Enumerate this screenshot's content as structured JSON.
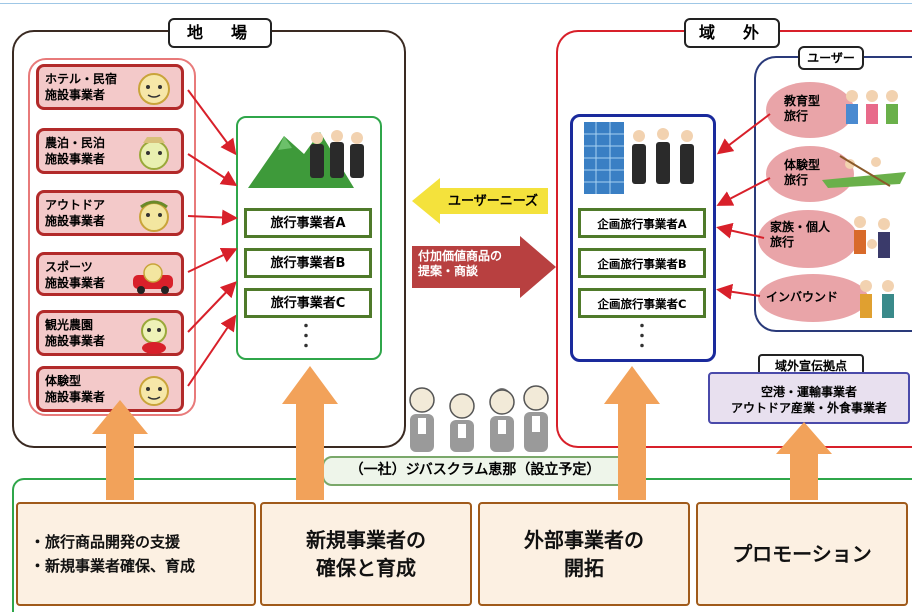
{
  "title_local": "地　場",
  "title_outside": "域　外",
  "local_operators": [
    {
      "line1": "ホテル・民宿",
      "line2": "施設事業者"
    },
    {
      "line1": "農泊・民泊",
      "line2": "施設事業者"
    },
    {
      "line1": "アウトドア",
      "line2": "施設事業者"
    },
    {
      "line1": "スポーツ",
      "line2": "施設事業者"
    },
    {
      "line1": "観光農園",
      "line2": "施設事業者"
    },
    {
      "line1": "体験型",
      "line2": "施設事業者"
    }
  ],
  "travel_agents": [
    "旅行事業者A",
    "旅行事業者B",
    "旅行事業者C"
  ],
  "planning_agents": [
    "企画旅行事業者A",
    "企画旅行事業者B",
    "企画旅行事業者C"
  ],
  "dots": "・\n・\n・",
  "arrow_user_needs": "ユーザーニーズ",
  "arrow_proposal": {
    "line1": "付加価値商品の",
    "line2": "提案・商談"
  },
  "users_title": "ユーザー",
  "user_types": [
    {
      "line1": "教育型",
      "line2": "旅行"
    },
    {
      "line1": "体験型",
      "line2": "旅行"
    },
    {
      "line1": "家族・個人",
      "line2": "旅行"
    },
    {
      "line1": "インバウンド",
      "line2": ""
    }
  ],
  "promo_base": {
    "title": "域外宣伝拠点",
    "line1": "空港・運輸事業者",
    "line2": "アウトドア産業・外食事業者"
  },
  "organization": "（一社）ジバスクラム恵那（設立予定）",
  "bottom": {
    "support": {
      "line1": "・旅行商品開発の支援",
      "line2": "・新規事業者確保、育成"
    },
    "new_operators": {
      "line1": "新規事業者の",
      "line2": "確保と育成"
    },
    "external": {
      "line1": "外部事業者の",
      "line2": "開拓"
    },
    "promotion": "プロモーション"
  },
  "colors": {
    "orange_arrow": "#f2a25a",
    "red_arrow": "#d8202a",
    "yellow_arrow": "#f4e23c",
    "dark_red_arrow": "#b84040"
  }
}
